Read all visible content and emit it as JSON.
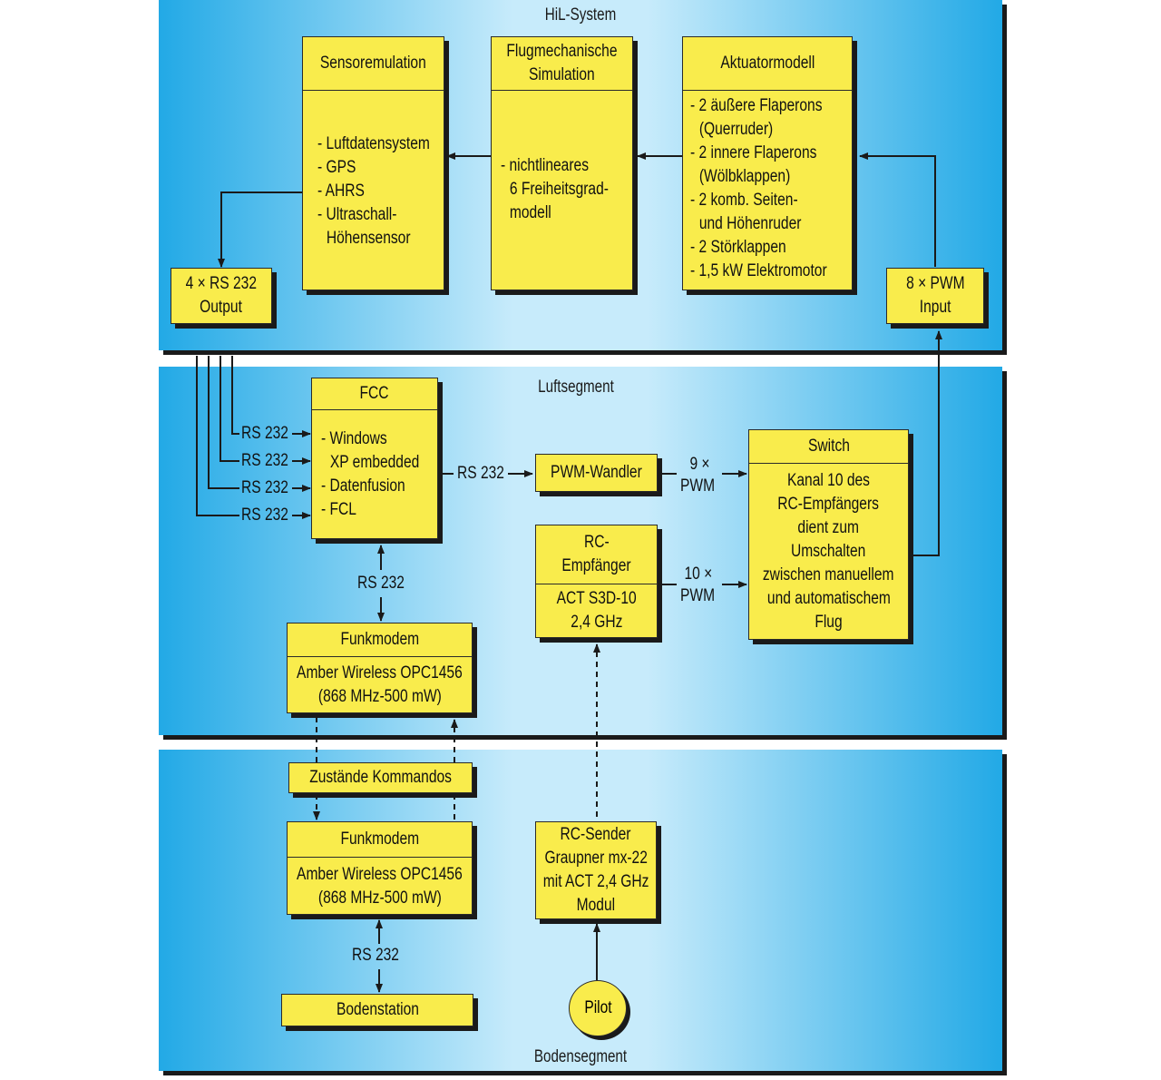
{
  "panels": {
    "hil": "HiL-System",
    "air": "Luftsegment",
    "ground": "Bodensegment"
  },
  "hil": {
    "sensor": {
      "title": "Sensoremulation",
      "lines": [
        "- Luftdatensystem",
        "- GPS",
        "- AHRS",
        "- Ultraschall-",
        "  Höhensensor"
      ]
    },
    "flight": {
      "title_lines": [
        "Flugmechanische",
        "Simulation"
      ],
      "lines": [
        "- nichtlineares",
        "6 Freiheitsgrad-",
        "modell"
      ]
    },
    "actuator": {
      "title": "Aktuatormodell",
      "lines": [
        "- 2 äußere Flaperons",
        "(Querruder)",
        "- 2 innere Flaperons",
        "(Wölbklappen)",
        "- 2 komb. Seiten-",
        "und Höhenruder",
        "- 2 Störklappen",
        "- 1,5 kW Elektromotor"
      ]
    },
    "output": {
      "lines": [
        "4 × RS 232",
        "Output"
      ]
    },
    "input": {
      "lines": [
        "8 × PWM",
        "Input"
      ]
    }
  },
  "air": {
    "fcc": {
      "title": "FCC",
      "lines": [
        "- Windows",
        "XP embedded",
        "- Datenfusion",
        "- FCL"
      ]
    },
    "rs_labels": [
      "RS 232",
      "RS 232",
      "RS 232",
      "RS 232"
    ],
    "fcc_pwm_label": "RS 232",
    "pwm": "PWM-Wandler",
    "pwm9": [
      "9 ×",
      "PWM"
    ],
    "pwm10": [
      "10 ×",
      "PWM"
    ],
    "switch": {
      "title": "Switch",
      "lines": [
        "Kanal 10 des",
        "RC-Empfängers",
        "dient zum",
        "Umschalten",
        "zwischen manuellem",
        "und automatischem",
        "Flug"
      ]
    },
    "rc_receiver": {
      "title_lines": [
        "RC-",
        "Empfänger"
      ],
      "lines": [
        "ACT S3D-10",
        "2,4 GHz"
      ]
    },
    "fcc_modem_label": "RS 232",
    "modem": {
      "title": "Funkmodem",
      "lines": [
        "Amber Wireless OPC1456",
        "(868 MHz-500 mW)"
      ]
    }
  },
  "link_label": "Zustände Kommandos",
  "ground": {
    "modem": {
      "title": "Funkmodem",
      "lines": [
        "Amber Wireless OPC1456",
        "(868 MHz-500 mW)"
      ]
    },
    "rs_label": "RS 232",
    "station": "Bodenstation",
    "sender": {
      "lines": [
        "RC-Sender",
        "Graupner mx-22",
        "mit ACT 2,4 GHz",
        "Modul"
      ]
    },
    "pilot": "Pilot"
  }
}
